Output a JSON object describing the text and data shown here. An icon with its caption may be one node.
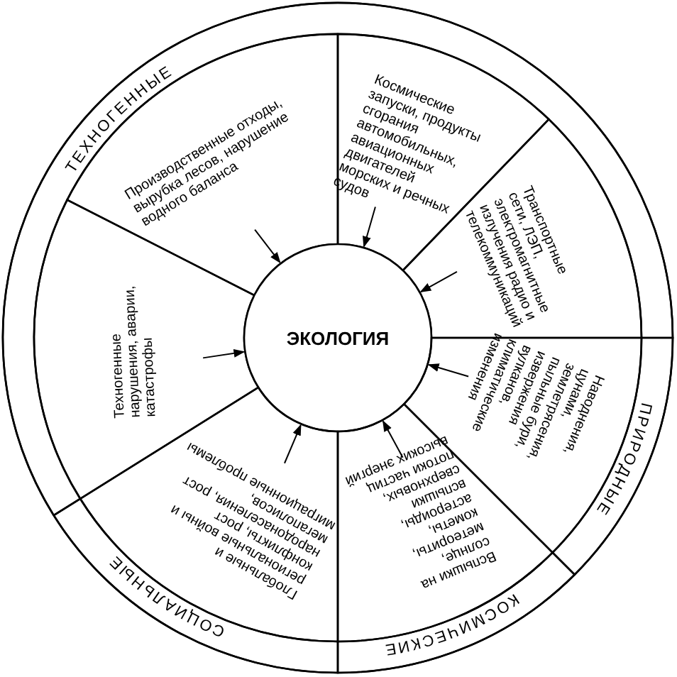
{
  "diagram": {
    "nodes": [
      {
        "text": [
          "ТЕХНОГЕННЫЕ"
        ]
      },
      {
        "text": [
          "Производственные отходы, вырубка лесов, нарушение водного баланса"
        ]
      },
      {
        "text": [
          "Космические запуски, продукты сгорания автомобильных, авиационных двигателей морских и речных судов"
        ]
      },
      {
        "text": [
          "Транспортные сети, ЛЭП, электромагнитные излучения радио и телекоммуникаций"
        ]
      },
      {
        "text": [
          "Техногенные нарушения, аварии, катастрофы"
        ]
      },
      {
        "text": [
          "ЭКОЛОГИЯ"
        ]
      },
      {
        "text": [
          "ПРИРОДНЫЕ"
        ]
      },
      {
        "text": [
          "Наводнения, цунами, землетрясения, пыльные бури, извержения вулканов, климатические изменения"
        ]
      },
      {
        "text": [
          "Глобальные и региональные войны и конфликты, рост народонаселения, рост мегаполисов, миграционные проблемы"
        ]
      },
      {
        "text": [
          "Вспышки на солнце, метеориты, кометы, астероиды, вспышки сверхновых, потоки частиц высоких энергий"
        ]
      },
      {
        "text": [
          "СОЦИАЛЬНЫЕ"
        ]
      },
      {
        "text": [
          "КОСМИЧЕСКИЕ"
        ]
      }
    ],
    "edges": [
      {
        "from": 1,
        "to": 5,
        "arrow": "to"
      },
      {
        "from": 2,
        "to": 5,
        "arrow": "to"
      },
      {
        "from": 3,
        "to": 5,
        "arrow": "to"
      },
      {
        "from": 4,
        "to": 5,
        "arrow": "to"
      },
      {
        "from": 7,
        "to": 5,
        "arrow": "to"
      },
      {
        "from": 8,
        "to": 5,
        "arrow": "to"
      },
      {
        "from": 9,
        "to": 5,
        "arrow": "to"
      }
    ]
  }
}
